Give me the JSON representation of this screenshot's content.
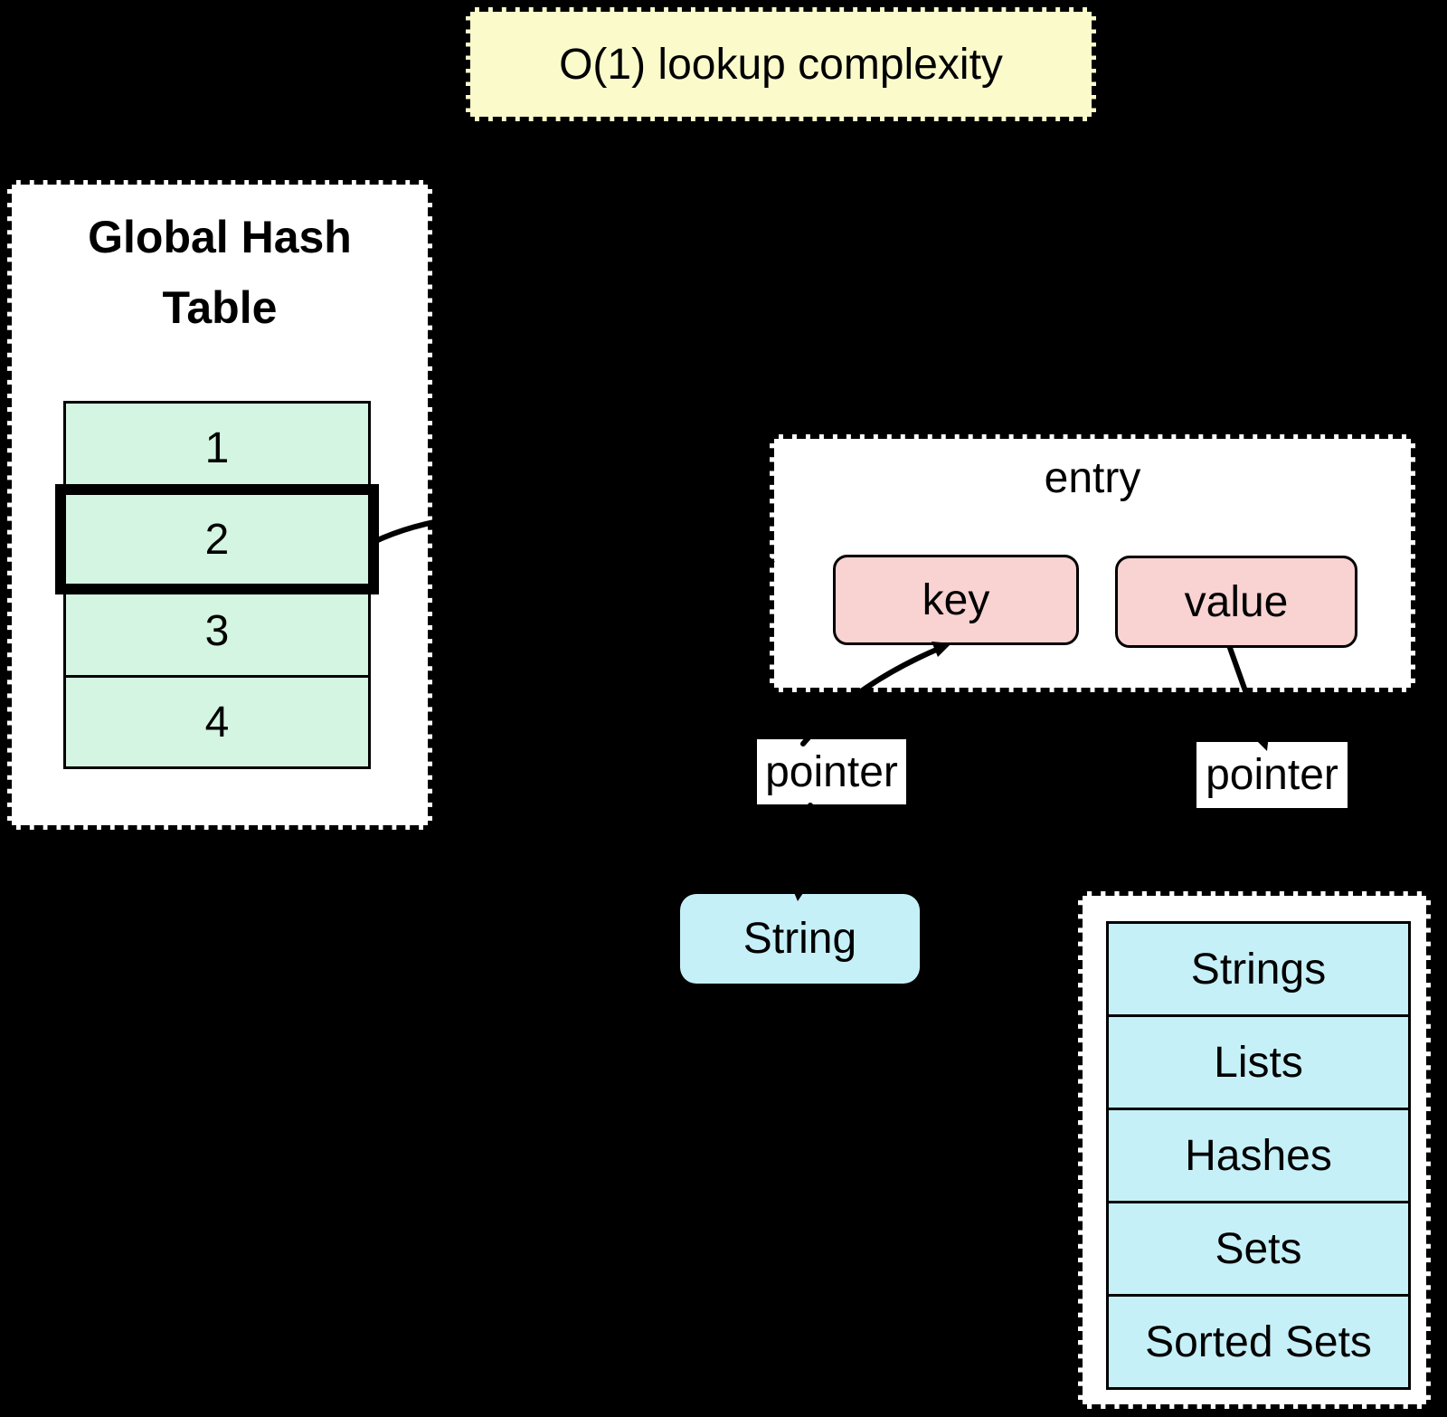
{
  "note": {
    "label": "O(1) lookup complexity"
  },
  "hash_table": {
    "title": "Global Hash Table",
    "slots": [
      "1",
      "2",
      "3",
      "4"
    ],
    "highlighted_slot": "2"
  },
  "entry": {
    "title": "entry",
    "key_label": "key",
    "value_label": "value"
  },
  "pointer_labels": {
    "key_pointer": "pointer",
    "value_pointer": "pointer"
  },
  "string_box": {
    "label": "String"
  },
  "value_types": {
    "items": [
      "Strings",
      "Lists",
      "Hashes",
      "Sets",
      "Sorted Sets"
    ]
  },
  "colors": {
    "bg": "#000000",
    "white": "#ffffff",
    "black": "#000000",
    "yellow": "#fafacb",
    "green": "#d3f5e2",
    "pink": "#f9d2d2",
    "cyan": "#c6f0f8"
  }
}
